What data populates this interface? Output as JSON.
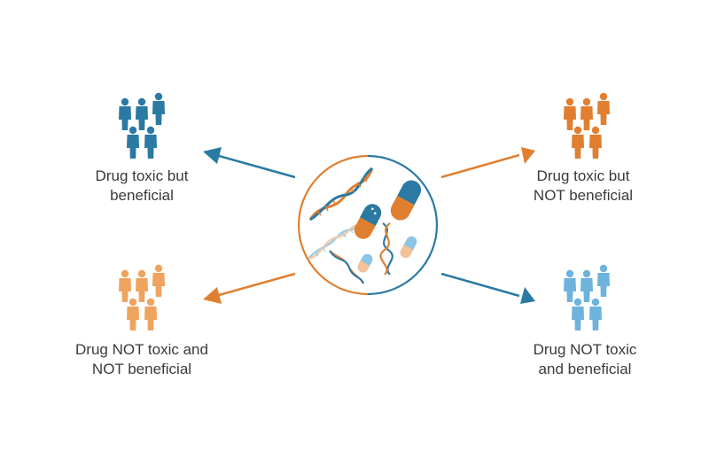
{
  "groups": {
    "top_left": {
      "line1": "Drug toxic but",
      "line2": "beneficial",
      "color": "#2a7aa3"
    },
    "top_right": {
      "line1": "Drug toxic but",
      "line2": "NOT beneficial",
      "color": "#e07f30"
    },
    "bottom_left": {
      "line1": "Drug NOT toxic and",
      "line2": "NOT beneficial",
      "color": "#f0a35e"
    },
    "bottom_right": {
      "line1": "Drug NOT toxic",
      "line2": "and beneficial",
      "color": "#6db3dc"
    }
  },
  "colors": {
    "blue": "#2a7aa3",
    "orange": "#e07f30",
    "light_orange": "#f0a35e",
    "light_blue": "#6db3dc",
    "text": "#3a3a3a"
  },
  "icons": [
    "people-group-icon",
    "dna-helix-icon",
    "capsule-icon",
    "arrow-icon"
  ]
}
